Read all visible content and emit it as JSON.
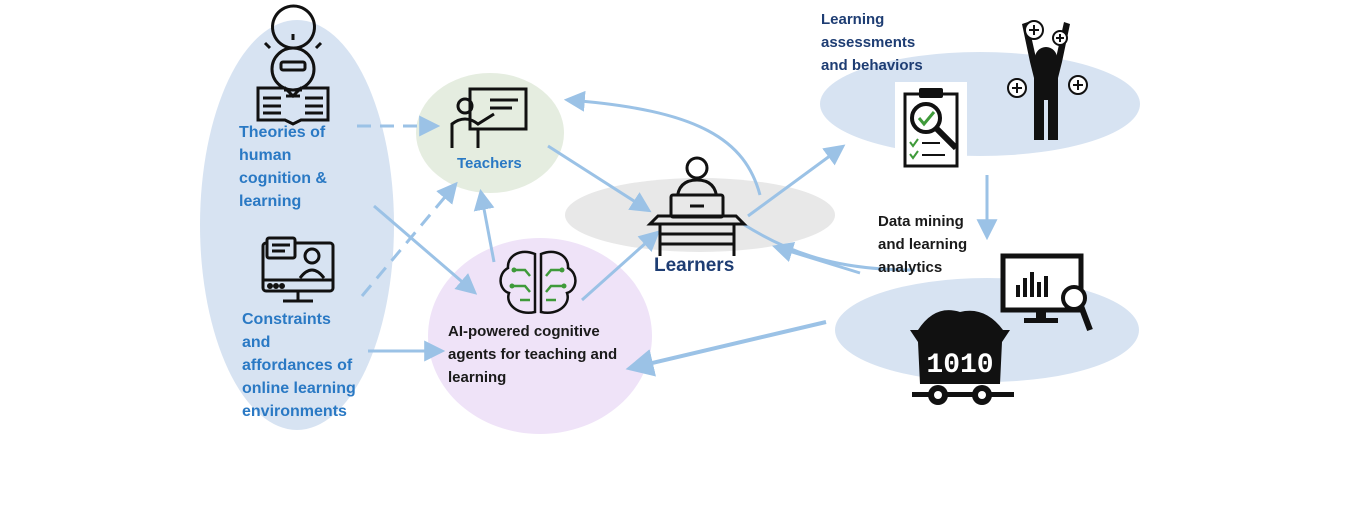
{
  "nodes": {
    "theories": {
      "label_lines": [
        "Theories of",
        "human",
        "cognition &",
        "learning"
      ],
      "icon": "book-lightbulb-icon"
    },
    "constraints": {
      "label_lines": [
        "Constraints",
        "and",
        "affordances of",
        "online learning",
        "environments"
      ],
      "icon": "online-chat-monitor-icon"
    },
    "teachers": {
      "label": "Teachers",
      "icon": "teacher-board-icon"
    },
    "learners": {
      "label": "Learners",
      "icon": "learner-laptop-icon"
    },
    "ai_agents": {
      "label_lines": [
        "AI-powered cognitive",
        "agents for teaching and",
        "learning"
      ],
      "icon": "ai-brain-circuit-icon"
    },
    "assessments": {
      "label_lines": [
        "Learning",
        "assessments",
        "and behaviors"
      ],
      "icons": [
        "clipboard-magnifier-icon",
        "person-celebrating-icon"
      ]
    },
    "data_mining": {
      "label_lines": [
        "Data mining",
        "and learning",
        "analytics"
      ],
      "icons": [
        "analytics-monitor-icon",
        "mine-cart-data-icon"
      ],
      "cart_text": "1010"
    }
  },
  "colors": {
    "blue_ellipse": "#d7e3f2",
    "teachers_ellipse": "#e5ede0",
    "learners_ellipse": "#e8e8e8",
    "ai_ellipse": "#efe3f8",
    "arrow": "#9bc2e6",
    "label_blue": "#2a79c4",
    "learners_text": "#1e3d73"
  }
}
